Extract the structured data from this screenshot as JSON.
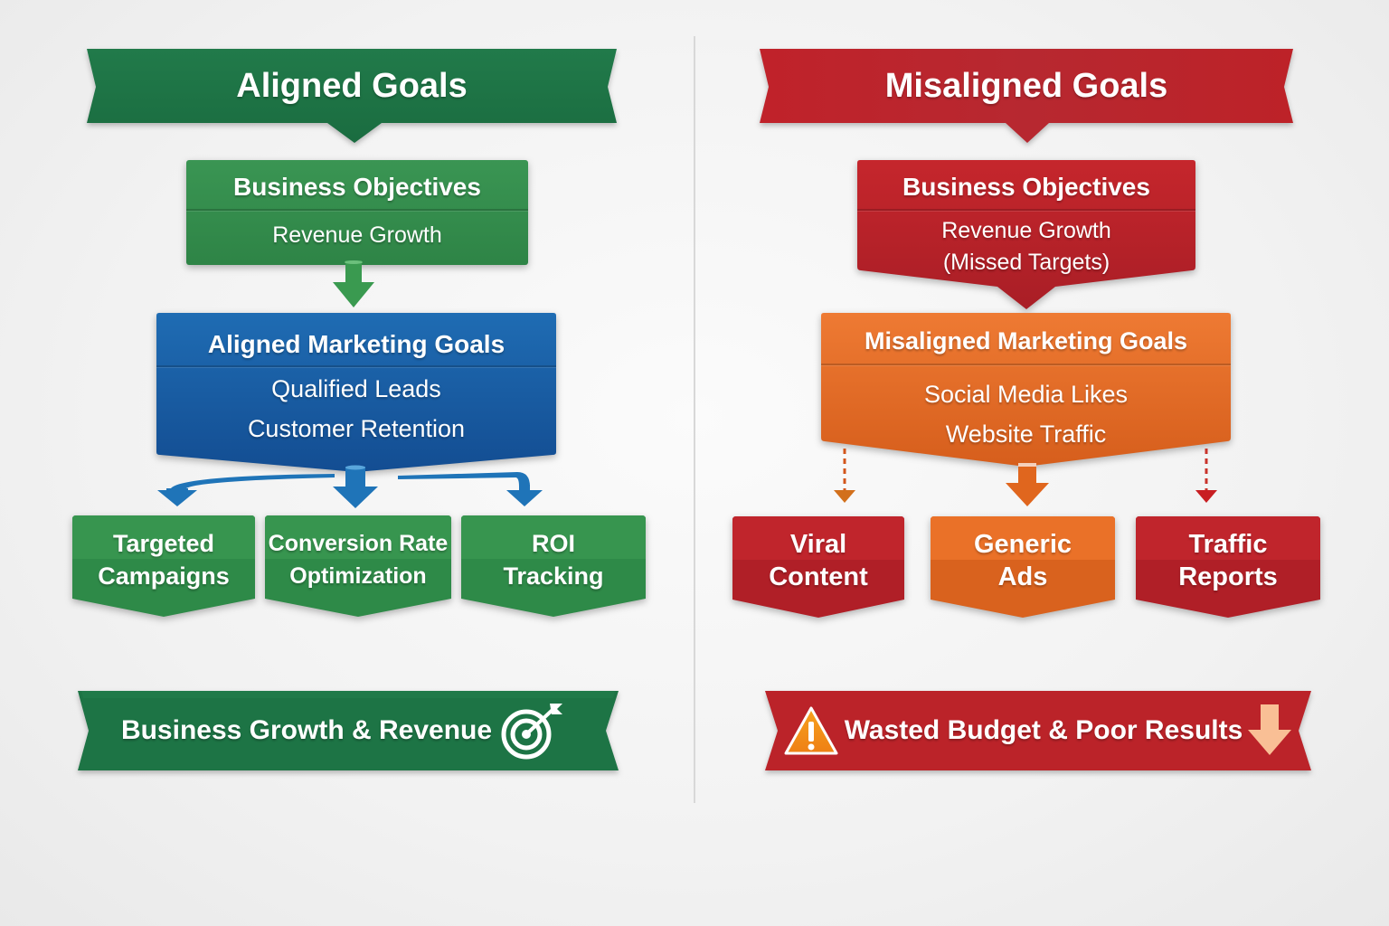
{
  "colors": {
    "green_dark": "#1d7445",
    "green": "#2f8a48",
    "blue": "#1a5ea8",
    "red": "#b9232a",
    "orange": "#e0661e",
    "background": "#f2f2f2",
    "divider": "#d8d8d8"
  },
  "aligned": {
    "title": "Aligned Goals",
    "business_objectives": {
      "heading": "Business Objectives",
      "items": [
        "Revenue Growth"
      ]
    },
    "marketing_goals": {
      "heading": "Aligned Marketing Goals",
      "items": [
        "Qualified Leads",
        "Customer Retention"
      ]
    },
    "tactics": [
      {
        "line1": "Targeted",
        "line2": "Campaigns"
      },
      {
        "line1": "Conversion Rate",
        "line2": "Optimization"
      },
      {
        "line1": "ROI",
        "line2": "Tracking"
      }
    ],
    "outcome": {
      "label": "Business Growth & Revenue",
      "icon": "target-icon"
    }
  },
  "misaligned": {
    "title": "Misaligned Goals",
    "business_objectives": {
      "heading": "Business Objectives",
      "items": [
        "Revenue Growth",
        "(Missed Targets)"
      ]
    },
    "marketing_goals": {
      "heading": "Misaligned Marketing Goals",
      "items": [
        "Social Media Likes",
        "Website Traffic"
      ]
    },
    "tactics": [
      {
        "line1": "Viral",
        "line2": "Content"
      },
      {
        "line1": "Generic",
        "line2": "Ads"
      },
      {
        "line1": "Traffic",
        "line2": "Reports"
      }
    ],
    "outcome": {
      "label": "Wasted Budget & Poor Results",
      "icon_left": "warning-icon",
      "icon_right": "arrow-down-icon"
    }
  }
}
